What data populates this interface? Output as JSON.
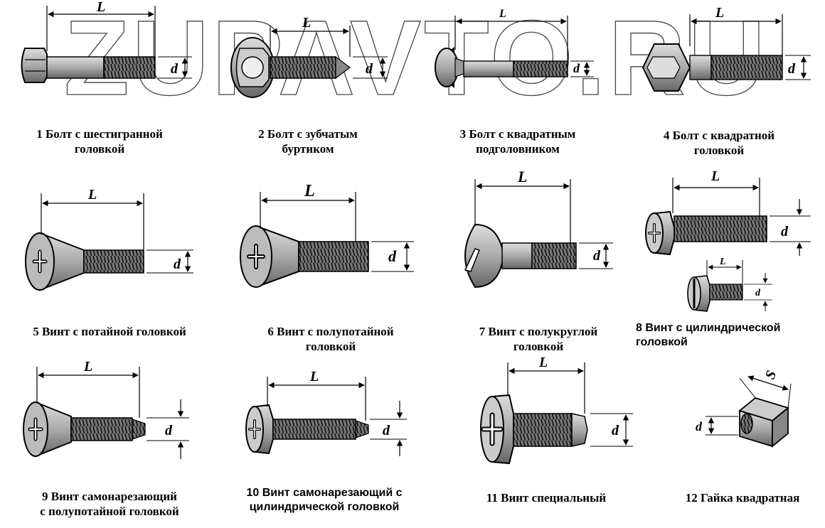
{
  "watermark": "ZUPAVTO.RU",
  "labels": {
    "length": "L",
    "diameter": "d",
    "size": "S"
  },
  "items": [
    {
      "line1": "1 Болт с шестигранной",
      "line2": "головкой"
    },
    {
      "line1": "2 Болт с зубчатым",
      "line2": "буртиком"
    },
    {
      "line1": "3 Болт с квадратным",
      "line2": "подголовником"
    },
    {
      "line1": "4 Болт с квадратной",
      "line2": "головкой"
    },
    {
      "line1": "5 Винт с потайной головкой",
      "line2": ""
    },
    {
      "line1": "6 Винт с полупотайной",
      "line2": "головкой"
    },
    {
      "line1": "7 Винт с полукруглой",
      "line2": "головкой"
    },
    {
      "line1": "8 Винт с цилиндрической",
      "line2": "головкой"
    },
    {
      "line1": "9 Винт самонарезающий",
      "line2": "с полупотайной головкой"
    },
    {
      "line1": "10 Винт самонарезающий с",
      "line2": "цилиндрической головкой"
    },
    {
      "line1": "11 Винт специальный",
      "line2": ""
    },
    {
      "line1": "12 Гайка квадратная",
      "line2": ""
    }
  ]
}
